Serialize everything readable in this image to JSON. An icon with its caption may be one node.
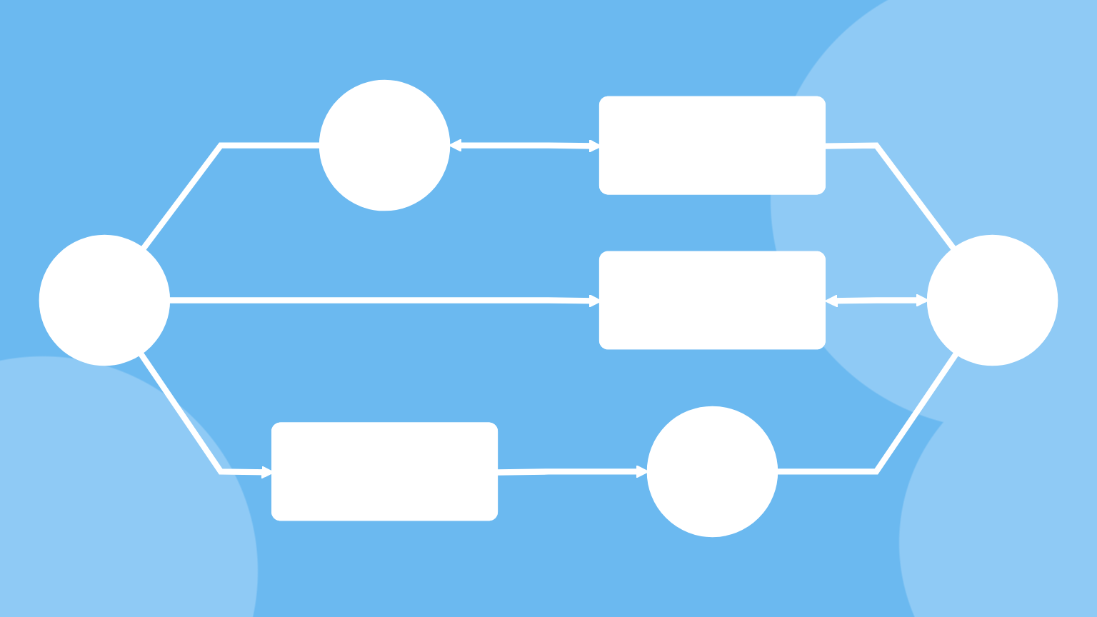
{
  "diagram": {
    "nodes": [
      {
        "text": [],
        "shape": "circle"
      },
      {
        "text": [],
        "shape": "box"
      },
      {
        "text": [],
        "shape": "circle"
      },
      {
        "text": [],
        "shape": "box"
      },
      {
        "text": [],
        "shape": "circle"
      },
      {
        "text": [],
        "shape": "box"
      },
      {
        "text": [],
        "shape": "circle"
      }
    ],
    "edges": [
      {
        "from": 0,
        "to": 1,
        "arrow": "both"
      },
      {
        "from": 2,
        "to": 0,
        "arrow": "none"
      },
      {
        "from": 1,
        "to": 4,
        "arrow": "none"
      },
      {
        "from": 2,
        "to": 3,
        "arrow": "to"
      },
      {
        "from": 3,
        "to": 4,
        "arrow": "both"
      },
      {
        "from": 2,
        "to": 5,
        "arrow": "to"
      },
      {
        "from": 5,
        "to": 6,
        "arrow": "to"
      },
      {
        "from": 6,
        "to": 4,
        "arrow": "none"
      }
    ]
  }
}
